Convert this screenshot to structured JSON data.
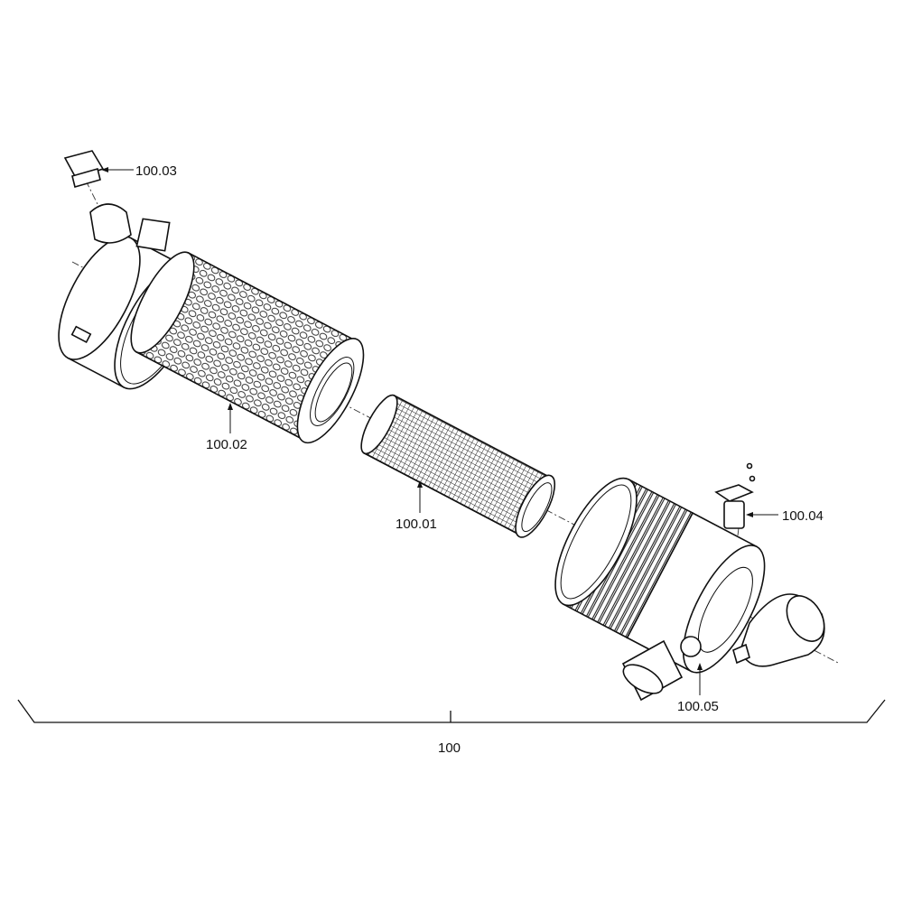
{
  "diagram": {
    "assembly_label": "100",
    "callouts": [
      {
        "id": "100.01",
        "label": "100.01"
      },
      {
        "id": "100.02",
        "label": "100.02"
      },
      {
        "id": "100.03",
        "label": "100.03"
      },
      {
        "id": "100.04",
        "label": "100.04"
      },
      {
        "id": "100.05",
        "label": "100.05"
      }
    ]
  }
}
